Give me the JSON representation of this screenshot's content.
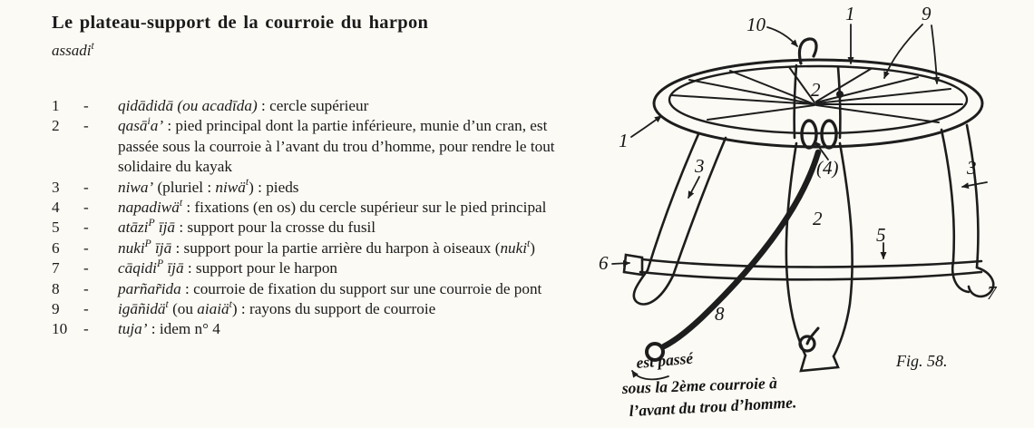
{
  "colors": {
    "paper": "#fcfaf4",
    "ink": "#1d1d1d"
  },
  "article": {
    "title": "Le plateau-support de la courroie du harpon",
    "subtitle": "assadi",
    "subtitle_sup": "t",
    "separator": "-",
    "entries": [
      {
        "num": "1",
        "segments": [
          {
            "t": "qidādidā (ou acadīda)",
            "i": true
          },
          {
            "t": " : cercle supérieur",
            "i": false
          }
        ]
      },
      {
        "num": "2",
        "segments": [
          {
            "t": "qasā",
            "i": true
          },
          {
            "t": "i",
            "i": true,
            "sup": true
          },
          {
            "t": "a’",
            "i": true
          },
          {
            "t": " : pied principal dont la partie inférieure, munie d’un cran, est passée sous la courroie à l’avant du trou d’homme, pour rendre le tout solidaire du kayak",
            "i": false
          }
        ]
      },
      {
        "num": "3",
        "segments": [
          {
            "t": "niwa’",
            "i": true
          },
          {
            "t": " (pluriel : ",
            "i": false
          },
          {
            "t": "niwä",
            "i": true
          },
          {
            "t": "t",
            "i": true,
            "sup": true
          },
          {
            "t": ") : pieds",
            "i": false
          }
        ]
      },
      {
        "num": "4",
        "segments": [
          {
            "t": "napadiwä",
            "i": true
          },
          {
            "t": "t",
            "i": true,
            "sup": true
          },
          {
            "t": " : fixations (en os) du cercle supérieur sur le pied principal",
            "i": false
          }
        ]
      },
      {
        "num": "5",
        "segments": [
          {
            "t": "atāzi",
            "i": true
          },
          {
            "t": "P",
            "i": true,
            "sup": true
          },
          {
            "t": " ījā",
            "i": true
          },
          {
            "t": " : support pour la crosse du fusil",
            "i": false
          }
        ]
      },
      {
        "num": "6",
        "segments": [
          {
            "t": "nuki",
            "i": true
          },
          {
            "t": "P",
            "i": true,
            "sup": true
          },
          {
            "t": " ījā",
            "i": true
          },
          {
            "t": " : support pour la partie arrière du harpon à oiseaux (",
            "i": false
          },
          {
            "t": "nuki",
            "i": true
          },
          {
            "t": "t",
            "i": true,
            "sup": true
          },
          {
            "t": ")",
            "i": false
          }
        ]
      },
      {
        "num": "7",
        "segments": [
          {
            "t": "cāqidi",
            "i": true
          },
          {
            "t": "P",
            "i": true,
            "sup": true
          },
          {
            "t": " ījā",
            "i": true
          },
          {
            "t": " : support pour le harpon",
            "i": false
          }
        ]
      },
      {
        "num": "8",
        "segments": [
          {
            "t": "parñar̃ida",
            "i": true
          },
          {
            "t": " : courroie de fixation du support sur une courroie de pont",
            "i": false
          }
        ]
      },
      {
        "num": "9",
        "segments": [
          {
            "t": "igāñidä",
            "i": true
          },
          {
            "t": "t",
            "i": true,
            "sup": true
          },
          {
            "t": " (ou ",
            "i": false
          },
          {
            "t": "aiaiä",
            "i": true
          },
          {
            "t": "t",
            "i": true,
            "sup": true
          },
          {
            "t": ") : rayons du support de courroie",
            "i": false
          }
        ]
      },
      {
        "num": "10",
        "segments": [
          {
            "t": "tuja’",
            "i": true
          },
          {
            "t": " : idem n° 4",
            "i": false
          }
        ]
      }
    ]
  },
  "figure": {
    "caption": "Fig. 58.",
    "labels": {
      "l10": "10",
      "l1_top": "1",
      "l9": "9",
      "l1_left": "1",
      "l3_left": "3",
      "l4": "(4)",
      "l2_upper": "2",
      "l2_lower": "2",
      "l3_right": "3",
      "l5": "5",
      "l6": "6",
      "l7": "7",
      "l8": "8"
    },
    "handwriting": [
      "est passé",
      "sous la 2ème courroie à",
      "l’avant du trou d’homme."
    ]
  }
}
